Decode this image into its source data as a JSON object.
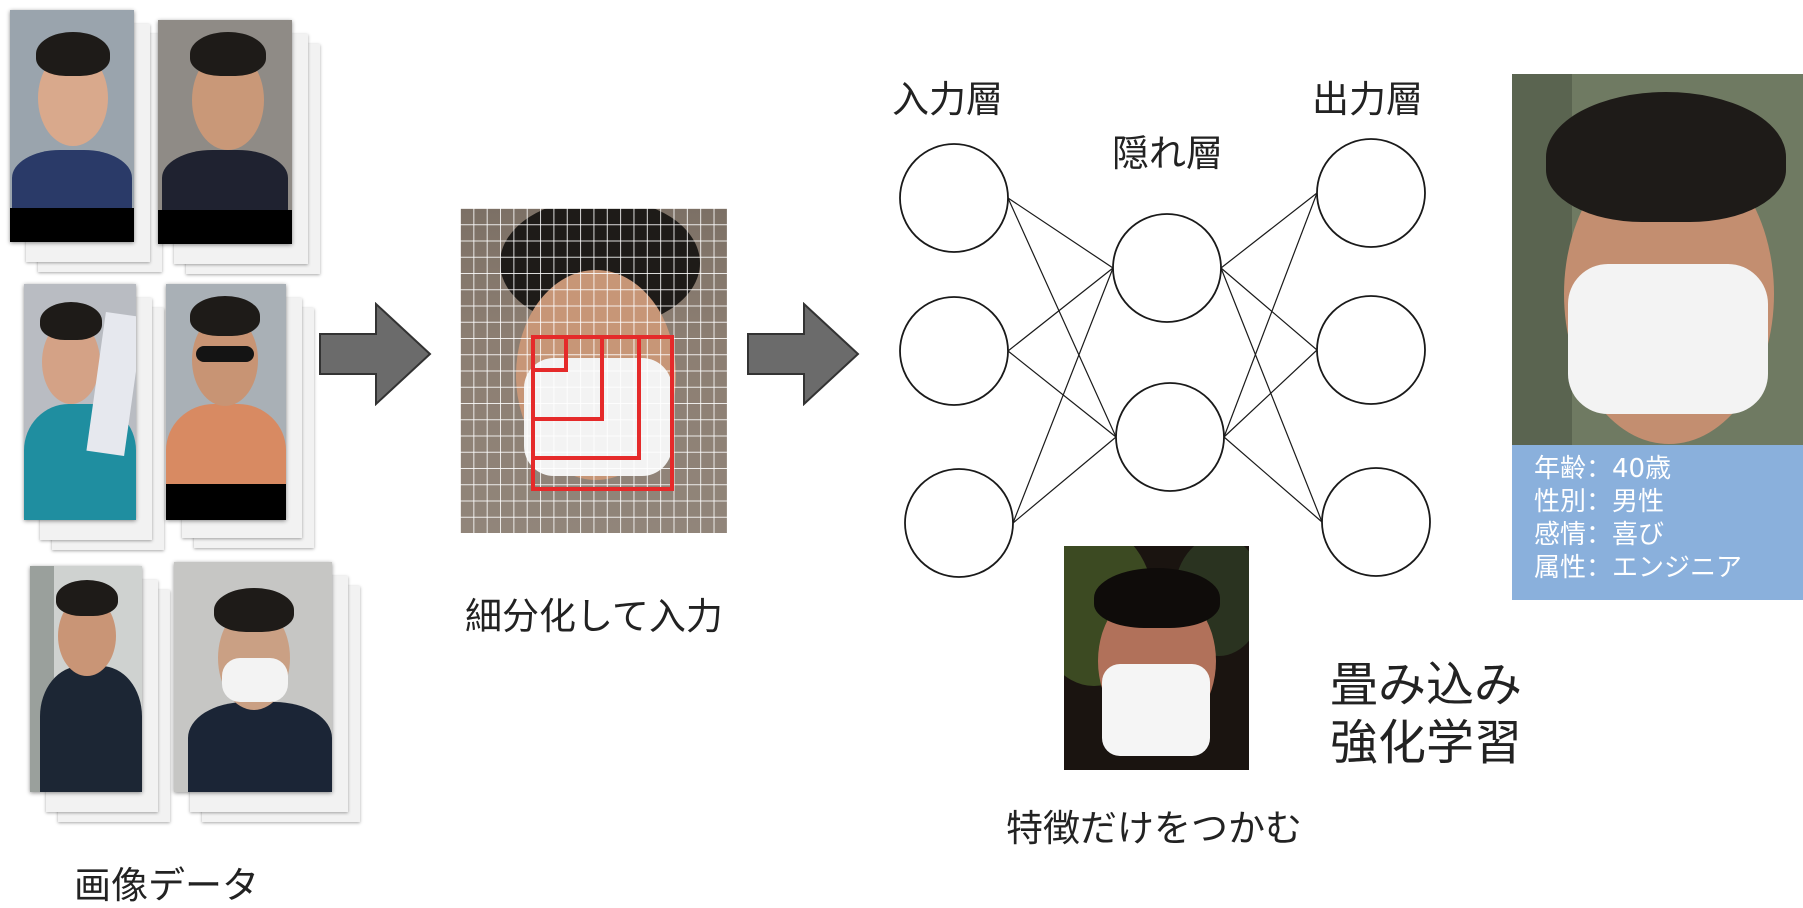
{
  "diagram": {
    "labels": {
      "image_data": "画像データ",
      "subdivide_input": "細分化して入力",
      "input_layer": "入力層",
      "hidden_layer": "隠れ層",
      "output_layer": "出力層",
      "grasp_features": "特徴だけをつかむ",
      "learning_line1": "畳み込み",
      "learning_line2": "強化学習"
    },
    "info": {
      "age": "年齢：40歳",
      "gender": "性別：男性",
      "emotion": "感情：喜び",
      "attribute": "属性：エンジニア"
    },
    "network": {
      "input_nodes": 3,
      "hidden_nodes": 2,
      "output_nodes": 3
    },
    "colors": {
      "arrow": "#6b6b6b",
      "red_boxes": "#e52a2a",
      "info_panel": "#8ab0dc",
      "node_stroke": "#1a1a1a"
    }
  }
}
